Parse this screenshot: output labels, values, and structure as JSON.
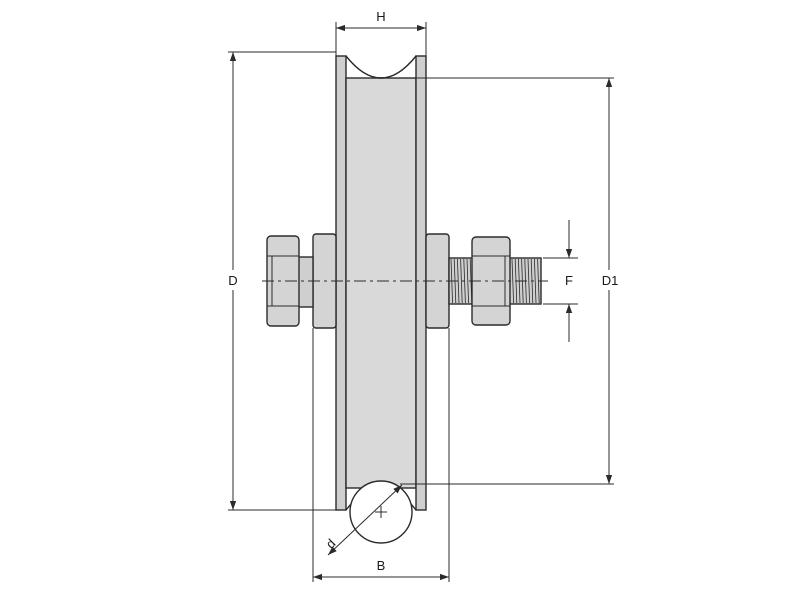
{
  "labels": {
    "h": "H",
    "d_outer": "D",
    "d1": "D1",
    "f": "F",
    "b": "B",
    "d_small": "d"
  },
  "colors": {
    "line": "#2b2b2b",
    "part_fill": "#d9d9d9",
    "part_fill_dark": "#c4c4c4",
    "background": "#ffffff"
  }
}
